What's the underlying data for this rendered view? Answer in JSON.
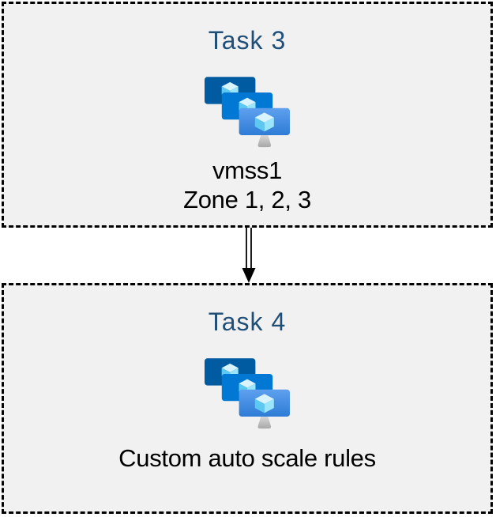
{
  "diagram": {
    "boxes": [
      {
        "title": "Task 3",
        "icon": "vm-scale-sets",
        "label_lines": [
          "vmss1",
          "Zone 1, 2, 3"
        ]
      },
      {
        "title": "Task 4",
        "icon": "vm-scale-sets",
        "label_lines": [
          "Custom auto scale rules"
        ]
      }
    ],
    "connector": {
      "from": "Task 3",
      "to": "Task 4",
      "style": "double-line-arrow-down"
    }
  },
  "colors": {
    "title_text": "#1F4E79",
    "body_text": "#000000",
    "box_bg": "#F1F1F1",
    "box_border": "#000000",
    "arrow": "#000000",
    "monitor_back": "#005BA1",
    "monitor_middle": "#0078D4",
    "monitor_front_top": "#5EA0EF",
    "monitor_front_bottom": "#2E7CD6",
    "cube_top": "#D9F4FE",
    "cube_left": "#5DC9F0",
    "cube_right": "#9AE5FA",
    "stand_top": "#D8D8D8",
    "stand_bottom": "#A8A8A8"
  }
}
